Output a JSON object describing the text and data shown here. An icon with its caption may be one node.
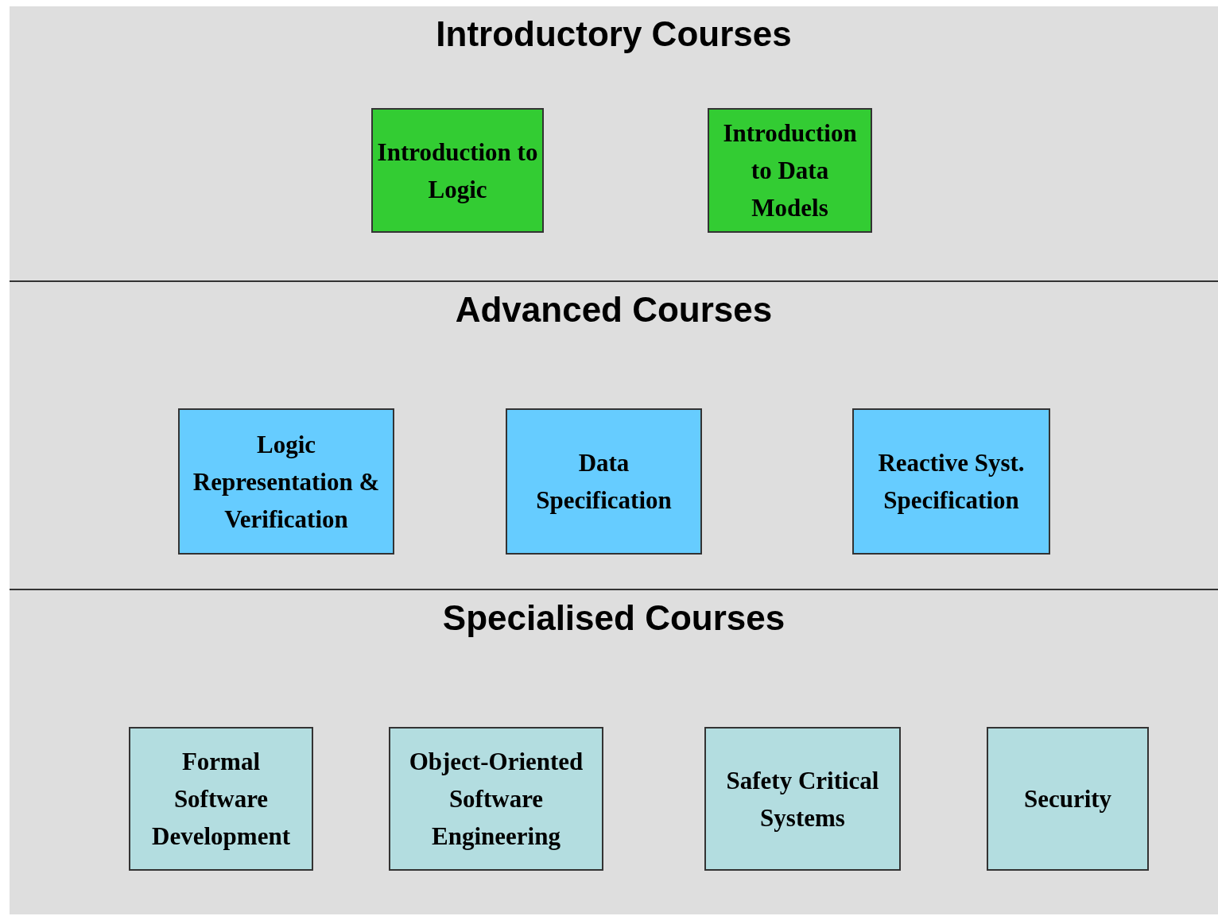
{
  "diagram": {
    "nodes": [
      {
        "text": [
          "Introductory Courses"
        ]
      },
      {
        "text": [
          "Introduction to Logic"
        ],
        "in": 0
      },
      {
        "text": [
          "Introduction to Data Models"
        ],
        "in": 0
      },
      {
        "text": [
          "Advanced Courses"
        ]
      },
      {
        "text": [
          "Logic Representation & Verification"
        ],
        "in": 3
      },
      {
        "text": [
          "Data Specification"
        ],
        "in": 3
      },
      {
        "text": [
          "Reactive Syst. Specification"
        ],
        "in": 3
      },
      {
        "text": [
          "Specialised Courses"
        ]
      },
      {
        "text": [
          "Formal Software Development"
        ],
        "in": 7
      },
      {
        "text": [
          "Object-Oriented Software Engineering"
        ],
        "in": 7
      },
      {
        "text": [
          "Safety Critical Systems"
        ],
        "in": 7
      },
      {
        "text": [
          "Security"
        ],
        "in": 7
      }
    ]
  }
}
